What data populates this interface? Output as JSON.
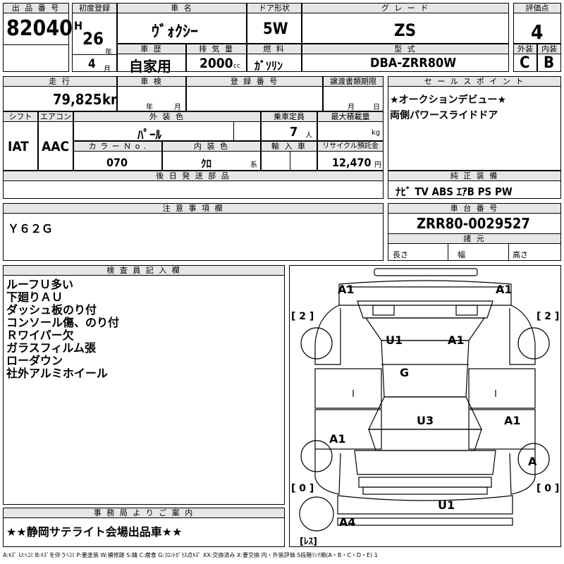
{
  "lot": {
    "label": "出 品 番 号",
    "value": "82040"
  },
  "first_reg": {
    "label": "初度登録",
    "era": "H",
    "year": "26",
    "year_unit": "年",
    "month": "4",
    "month_unit": "月"
  },
  "car_name": {
    "label": "車 名",
    "value": "ｳﾞｫｸｼｰ"
  },
  "door": {
    "label": "ドア形状",
    "value": "5W"
  },
  "grade": {
    "label": "グ レ ー ド",
    "value": "ZS"
  },
  "score": {
    "label": "評価点",
    "value": "4"
  },
  "history": {
    "label": "車 歴",
    "value": "自家用"
  },
  "displacement": {
    "label": "排 気 量",
    "value": "2000",
    "unit": "cc"
  },
  "fuel": {
    "label": "燃 料",
    "value": "ｶﾞｿﾘﾝ"
  },
  "model": {
    "label": "型 式",
    "value": "DBA-ZRR80W"
  },
  "exterior_grade": {
    "label": "外装",
    "value": "C"
  },
  "interior_grade": {
    "label": "内装",
    "value": "B"
  },
  "mileage": {
    "label": "走 行",
    "value": "79,825",
    "unit": "km"
  },
  "inspection": {
    "label": "車 検",
    "year_unit": "年",
    "month_unit": "月"
  },
  "registration": {
    "label": "登 録 番 号"
  },
  "transfer": {
    "label": "譲渡書類期限",
    "month_unit": "月",
    "day_unit": "日"
  },
  "sales_point": {
    "label": "セ ー ル ス ポ イ ン ト",
    "lines": [
      "★オークションデビュー★",
      "両側パワースライドドア"
    ]
  },
  "shift": {
    "label": "シフト",
    "value": "IAT"
  },
  "aircon": {
    "label": "エアコン",
    "value": "AAC"
  },
  "ext_color": {
    "label": "外 装 色",
    "value": "ﾊﾟｰﾙ"
  },
  "capacity": {
    "label": "乗車定員",
    "value": "7",
    "unit": "人"
  },
  "max_load": {
    "label": "最大積載量",
    "unit": "kg"
  },
  "color_no": {
    "label": "カ ラ ー Ｎ o .",
    "value": "070"
  },
  "int_color": {
    "label": "内 装 色",
    "value": "ｸﾛ",
    "unit": "系"
  },
  "import": {
    "label": "輸 入 車"
  },
  "recycle": {
    "label": "リサイクル預託金",
    "value": "12,470",
    "unit": "円"
  },
  "later_parts": {
    "label": "後 日 発 送 部 品"
  },
  "genuine": {
    "label": "純 正 装 備",
    "value": "ﾅﾋﾞ TV ABS ｴｱB PS PW"
  },
  "caution": {
    "label": "注 意 事 項 欄",
    "value": "Ｙ６２Ｇ"
  },
  "chassis": {
    "label": "車 台 番 号",
    "value": "ZRR80-0029527"
  },
  "specs": {
    "label": "諸 元",
    "length": "長さ",
    "width": "幅",
    "height": "高さ"
  },
  "inspector": {
    "label": "検 査 員 記 入 欄",
    "lines": [
      "ルーフＵ多い",
      "下廻りＡＵ",
      "ダッシュ板のり付",
      "コンソール傷、のり付",
      "Ｒワイパー欠",
      "ガラスフィルム張",
      "ローダウン",
      "社外アルミホイール"
    ]
  },
  "office": {
    "label": "事 務 局 よ り ご 案 内",
    "value": "★★静岡サテライト会場出品車★★"
  },
  "diagram": {
    "tl": "A1",
    "tr": "A1",
    "u1_top": "U1",
    "a1_top": "A1",
    "g": "G",
    "u3": "U3",
    "a1_right": "A1",
    "a1_left": "A1",
    "a_wheel": "A",
    "u1_bottom": "U1",
    "a4": "A4",
    "tire_fl": "[ 2 ]",
    "tire_fr": "[ 2 ]",
    "tire_rl": "[ 0 ]",
    "tire_rr": "[ 0 ]",
    "spare": "[ﾚｽ]"
  },
  "legend": "A:ｷｽﾞ U:ﾍｺﾐ B:ｷｽﾞを伴うﾍｺﾐ P:要塗装 W:補修跡 S:錆 C:腐食 G:ﾌﾛﾝﾄｶﾞﾗｽ点ｷｽﾞ XX:交換済み X:要交換 内・外装評価 5段階ﾗﾝｸ順(A・B・C・D・E) 1"
}
